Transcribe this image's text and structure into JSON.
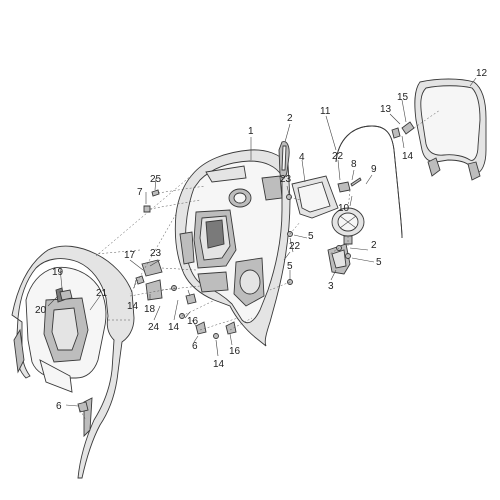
{
  "diagram": {
    "callouts": [
      {
        "id": "c1",
        "text": "1"
      },
      {
        "id": "c2a",
        "text": "2"
      },
      {
        "id": "c2b",
        "text": "2"
      },
      {
        "id": "c3",
        "text": "3"
      },
      {
        "id": "c4",
        "text": "4"
      },
      {
        "id": "c5a",
        "text": "5"
      },
      {
        "id": "c5b",
        "text": "5"
      },
      {
        "id": "c5c",
        "text": "5"
      },
      {
        "id": "c6a",
        "text": "6"
      },
      {
        "id": "c6b",
        "text": "6"
      },
      {
        "id": "c7",
        "text": "7"
      },
      {
        "id": "c8",
        "text": "8"
      },
      {
        "id": "c9",
        "text": "9"
      },
      {
        "id": "c10",
        "text": "10"
      },
      {
        "id": "c11",
        "text": "11"
      },
      {
        "id": "c12",
        "text": "12"
      },
      {
        "id": "c13",
        "text": "13"
      },
      {
        "id": "c14a",
        "text": "14"
      },
      {
        "id": "c14b",
        "text": "14"
      },
      {
        "id": "c14c",
        "text": "14"
      },
      {
        "id": "c14d",
        "text": "14"
      },
      {
        "id": "c15",
        "text": "15"
      },
      {
        "id": "c16a",
        "text": "16"
      },
      {
        "id": "c16b",
        "text": "16"
      },
      {
        "id": "c17",
        "text": "17"
      },
      {
        "id": "c18",
        "text": "18"
      },
      {
        "id": "c19",
        "text": "19"
      },
      {
        "id": "c20",
        "text": "20"
      },
      {
        "id": "c21",
        "text": "21"
      },
      {
        "id": "c22a",
        "text": "22"
      },
      {
        "id": "c22b",
        "text": "22"
      },
      {
        "id": "c23a",
        "text": "23"
      },
      {
        "id": "c23b",
        "text": "23"
      },
      {
        "id": "c24",
        "text": "24"
      },
      {
        "id": "c25",
        "text": "25"
      }
    ]
  }
}
